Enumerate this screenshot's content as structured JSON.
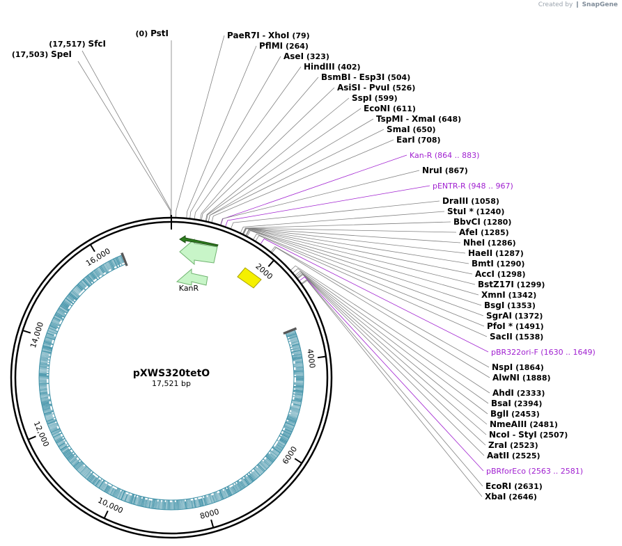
{
  "watermark": {
    "prefix": "Created by",
    "brand": "SnapGene"
  },
  "plasmid": {
    "name": "pXWS320tetO",
    "length_label": "17,521 bp",
    "length": 17521
  },
  "scale": {
    "ticks": [
      2000,
      4000,
      6000,
      8000,
      10000,
      12000,
      14000,
      16000
    ],
    "tick_labels": [
      "2000",
      "4000",
      "6000",
      "8000",
      "10,000",
      "12,000",
      "14,000",
      "16,000"
    ]
  },
  "features": [
    {
      "name": "KanR",
      "label": "KanR",
      "color": "#c8f5c8",
      "stroke": "#6fb36f"
    },
    {
      "name": "promoter",
      "label": "",
      "color": "#f5f000",
      "stroke": "#a8a000"
    },
    {
      "name": "orf-arrow",
      "label": "",
      "color": "#2e7d1f",
      "stroke": "#1a4a10"
    }
  ],
  "colors": {
    "orf": "#3a8ea5",
    "primer": "#a020d0",
    "line": "#808080"
  },
  "left_sites": [
    {
      "name": "SpeI",
      "pos": "(17,503)",
      "bp": 17503
    },
    {
      "name": "SfcI",
      "pos": "(17,517)",
      "bp": 17517
    },
    {
      "name": "PstI",
      "pos": "(0)",
      "bp": 0
    }
  ],
  "right_sites": [
    {
      "type": "site",
      "name": "PaeR7I",
      "name2": "XhoI",
      "pos": "(79)",
      "bp": 79
    },
    {
      "type": "site",
      "name": "PflMI",
      "pos": "(264)",
      "bp": 264
    },
    {
      "type": "site",
      "name": "AseI",
      "pos": "(323)",
      "bp": 323
    },
    {
      "type": "site",
      "name": "HindIII",
      "pos": "(402)",
      "bp": 402
    },
    {
      "type": "site",
      "name": "BsmBI",
      "name2": "Esp3I",
      "pos": "(504)",
      "bp": 504
    },
    {
      "type": "site",
      "name": "AsiSI",
      "name2": "PvuI",
      "pos": "(526)",
      "bp": 526
    },
    {
      "type": "site",
      "name": "SspI",
      "pos": "(599)",
      "bp": 599
    },
    {
      "type": "site",
      "name": "EcoNI",
      "pos": "(611)",
      "bp": 611
    },
    {
      "type": "site",
      "name": "TspMI",
      "name2": "XmaI",
      "pos": "(648)",
      "bp": 648
    },
    {
      "type": "site",
      "name": "SmaI",
      "pos": "(650)",
      "bp": 650
    },
    {
      "type": "site",
      "name": "EarI",
      "pos": "(708)",
      "bp": 708
    },
    {
      "type": "primer",
      "name": "Kan-R",
      "pos": "(864 .. 883)",
      "bp": 873
    },
    {
      "type": "site",
      "name": "NruI",
      "pos": "(867)",
      "bp": 867
    },
    {
      "type": "primer",
      "name": "pENTR-R",
      "pos": "(948 .. 967)",
      "bp": 957
    },
    {
      "type": "site",
      "name": "DraIII",
      "pos": "(1058)",
      "bp": 1058
    },
    {
      "type": "site",
      "name": "StuI *",
      "pos": "(1240)",
      "bp": 1240
    },
    {
      "type": "site",
      "name": "BbvCI",
      "pos": "(1280)",
      "bp": 1280
    },
    {
      "type": "site",
      "name": "AfeI",
      "pos": "(1285)",
      "bp": 1285
    },
    {
      "type": "site",
      "name": "NheI",
      "pos": "(1286)",
      "bp": 1286
    },
    {
      "type": "site",
      "name": "HaeII",
      "pos": "(1287)",
      "bp": 1287
    },
    {
      "type": "site",
      "name": "BmtI",
      "pos": "(1290)",
      "bp": 1290
    },
    {
      "type": "site",
      "name": "AccI",
      "pos": "(1298)",
      "bp": 1298
    },
    {
      "type": "site",
      "name": "BstZ17I",
      "pos": "(1299)",
      "bp": 1299
    },
    {
      "type": "site",
      "name": "XmnI",
      "pos": "(1342)",
      "bp": 1342
    },
    {
      "type": "site",
      "name": "BsgI",
      "pos": "(1353)",
      "bp": 1353
    },
    {
      "type": "site",
      "name": "SgrAI",
      "pos": "(1372)",
      "bp": 1372
    },
    {
      "type": "site",
      "name": "PfoI *",
      "pos": "(1491)",
      "bp": 1491
    },
    {
      "type": "site",
      "name": "SacII",
      "pos": "(1538)",
      "bp": 1538
    },
    {
      "type": "primer",
      "name": "pBR322ori-F",
      "pos": "(1630 .. 1649)",
      "bp": 1640
    },
    {
      "type": "site",
      "name": "NspI",
      "pos": "(1864)",
      "bp": 1864
    },
    {
      "type": "site",
      "name": "AlwNI",
      "pos": "(1888)",
      "bp": 1888
    },
    {
      "type": "site",
      "name": "AhdI",
      "pos": "(2333)",
      "bp": 2333
    },
    {
      "type": "site",
      "name": "BsaI",
      "pos": "(2394)",
      "bp": 2394
    },
    {
      "type": "site",
      "name": "BglI",
      "pos": "(2453)",
      "bp": 2453
    },
    {
      "type": "site",
      "name": "NmeAIII",
      "pos": "(2481)",
      "bp": 2481
    },
    {
      "type": "site",
      "name": "NcoI",
      "name2": "StyI",
      "pos": "(2507)",
      "bp": 2507
    },
    {
      "type": "site",
      "name": "ZraI",
      "pos": "(2523)",
      "bp": 2523
    },
    {
      "type": "site",
      "name": "AatII",
      "pos": "(2525)",
      "bp": 2525
    },
    {
      "type": "primer",
      "name": "pBRforEco",
      "pos": "(2563 .. 2581)",
      "bp": 2572
    },
    {
      "type": "site",
      "name": "EcoRI",
      "pos": "(2631)",
      "bp": 2631
    },
    {
      "type": "site",
      "name": "XbaI",
      "pos": "(2646)",
      "bp": 2646
    }
  ]
}
